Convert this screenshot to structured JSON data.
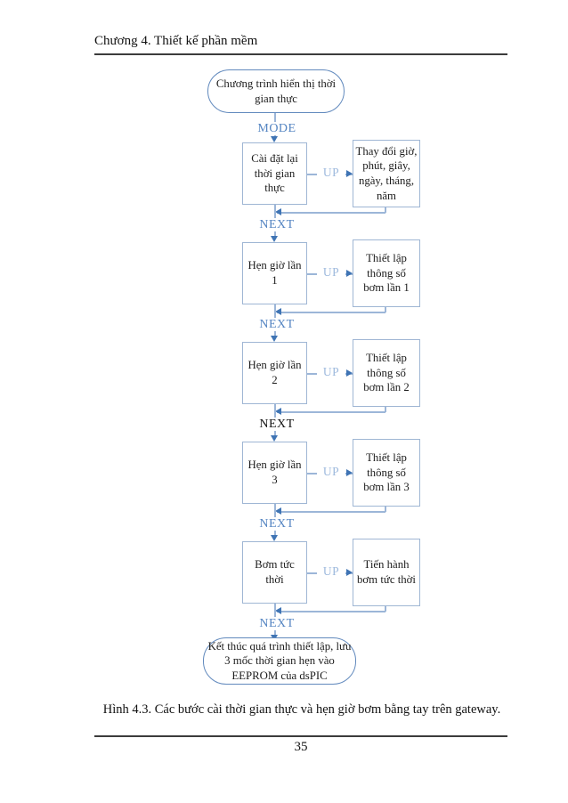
{
  "page": {
    "header_title": "Chương 4. Thiết kế phần mềm",
    "figure_caption": "Hình 4.3. Các bước cài thời gian thực và hẹn giờ bơm bằng tay trên gateway.",
    "page_number": "35"
  },
  "colors": {
    "box_border": "#9fb6d4",
    "oval_border": "#6189bd",
    "connector_line": "#9cb6d8",
    "arrowhead": "#3f74b4",
    "label_blue": "#5585c2",
    "label_light_blue": "#9db9dd",
    "label_black": "#141414"
  },
  "flowchart": {
    "start_node": "Chương trình hiển thị thời gian thực",
    "mode_label": "MODE",
    "up_label": "UP",
    "rows": [
      {
        "left": "Cài đặt lại thời gian thực",
        "right": "Thay đổi giờ, phút, giây, ngày, tháng, năm",
        "next_label": "NEXT",
        "next_style": "blue"
      },
      {
        "left": "Hẹn giờ lần 1",
        "right": "Thiết lập thông số bơm lần 1",
        "next_label": "NEXT",
        "next_style": "blue"
      },
      {
        "left": "Hẹn giờ lần 2",
        "right": "Thiết lập thông số bơm lần 2",
        "next_label": "NEXT",
        "next_style": "black"
      },
      {
        "left": "Hẹn giờ lần 3",
        "right": "Thiết lập thông số bơm lần 3",
        "next_label": "NEXT",
        "next_style": "blue"
      },
      {
        "left": "Bơm tức thời",
        "right": "Tiến hành bơm tức thời",
        "next_label": "NEXT",
        "next_style": "blue"
      }
    ],
    "end_node": "Kết thúc quá trình thiết lập, lưu 3 mốc thời gian hẹn vào EEPROM của dsPIC"
  }
}
